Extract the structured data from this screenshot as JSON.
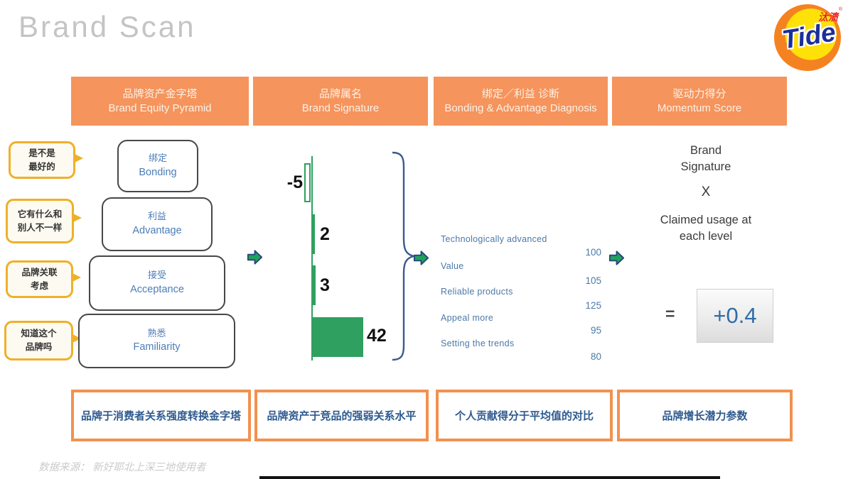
{
  "slide": {
    "title": "Brand Scan",
    "source_note": "数据来源： 新好耶北上深三地使用者"
  },
  "logo": {
    "wordmark": "Tide",
    "cn_name": "汰渍",
    "registered": "®"
  },
  "columns": [
    {
      "cn": "品牌资产金字塔",
      "en": "Brand Equity Pyramid"
    },
    {
      "cn": "品牌属名",
      "en": "Brand Signature"
    },
    {
      "cn": "绑定／利益 诊断",
      "en": "Bonding & Advantage Diagnosis"
    },
    {
      "cn": "驱动力得分",
      "en": "Momentum Score"
    }
  ],
  "questions": [
    {
      "line1": "是不是",
      "line2": "最好的"
    },
    {
      "line1": "它有什么和",
      "line2": "别人不一样"
    },
    {
      "line1": "品牌关联",
      "line2": "考虑"
    },
    {
      "line1": "知道这个",
      "line2": "品牌吗"
    }
  ],
  "pyramid": {
    "levels": [
      {
        "cn": "绑定",
        "en": "Bonding"
      },
      {
        "cn": "利益",
        "en": "Advantage"
      },
      {
        "cn": "接受",
        "en": "Acceptance"
      },
      {
        "cn": "熟悉",
        "en": "Familiarity"
      }
    ]
  },
  "chart_data": {
    "type": "bar",
    "orientation": "horizontal",
    "title": "Brand Signature scores vs competition",
    "categories": [
      "Bonding",
      "Advantage",
      "Acceptance",
      "Familiarity"
    ],
    "values": [
      -5,
      2,
      3,
      42
    ],
    "bar_color": "#2FA05F",
    "negative_bar_style": "hollow outline extending left of zero axis",
    "axis": "vertical zero line, no ticks, value labels beside bars"
  },
  "diagnosis": {
    "attributes": [
      "Technologically advanced",
      "Value",
      "Reliable products",
      "Appeal more",
      "Setting the trends"
    ],
    "scores": [
      100,
      105,
      125,
      95,
      80
    ]
  },
  "momentum": {
    "line1": "Brand",
    "line2": "Signature",
    "operator": "X",
    "line3": "Claimed usage at",
    "line4": "each level",
    "equals": "=",
    "score": "+0.4"
  },
  "footers": [
    "品牌于消费者关系强度转换金字塔",
    "品牌资产于竞品的强弱关系水平",
    "个人贡献得分于平均值的对比",
    "品牌增长潜力参数"
  ],
  "colors": {
    "accent_orange": "#F5945C",
    "footer_border_orange": "#F2914F",
    "bar_green": "#2FA05F",
    "arrow_navy": "#27497C",
    "bubble_gold": "#EFB029",
    "text_blue": "#4C79A9",
    "pyramid_text_blue": "#4B7DB8",
    "score_blue": "#2E6DA8",
    "footer_text_navy": "#2E5A8F",
    "title_gray": "#C4C4C4"
  }
}
